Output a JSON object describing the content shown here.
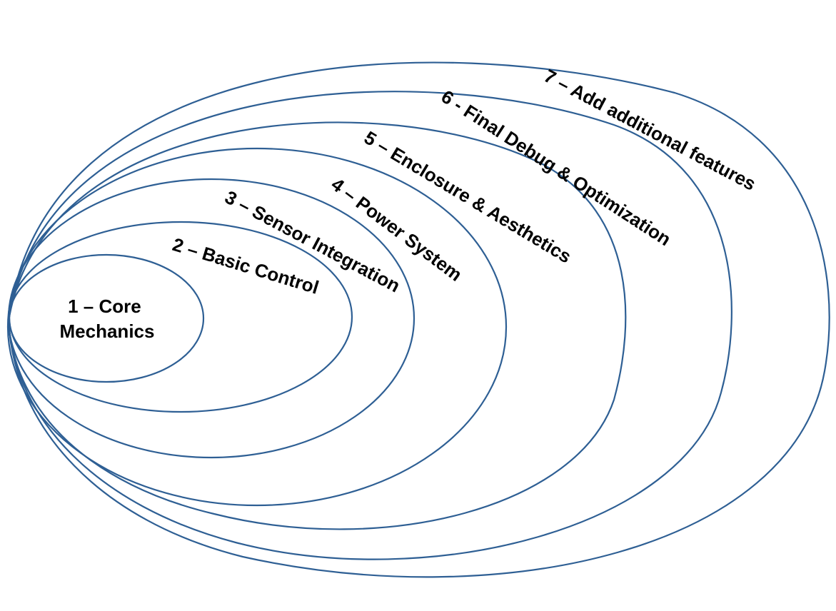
{
  "diagram": {
    "stroke_color": "#2e5f94",
    "levels": [
      {
        "label": "1 – Core",
        "label_line2": "Mechanics"
      },
      {
        "label": "2 – Basic Control"
      },
      {
        "label": "3 – Sensor Integration"
      },
      {
        "label": "4 – Power System"
      },
      {
        "label": "5 – Enclosure & Aesthetics"
      },
      {
        "label": "6 - Final Debug & Optimization"
      },
      {
        "label": "7 – Add additional features"
      }
    ]
  }
}
